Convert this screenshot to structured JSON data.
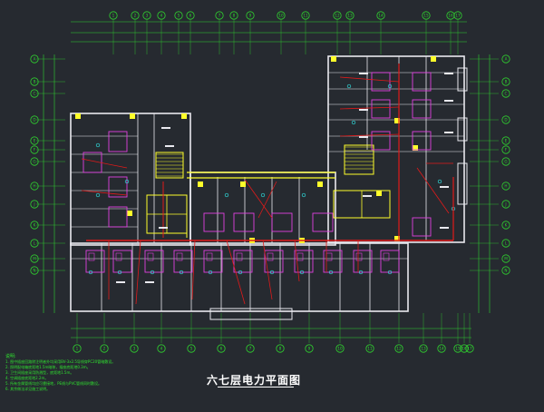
{
  "drawing": {
    "title": "六七层电力平面图",
    "colors": {
      "background": "#262a30",
      "wall": "#e9e9ef",
      "dimension": "#2fd22f",
      "axis_bubble": "#2fd22f",
      "power_line": "#e01a1a",
      "panel": "#ffff2a",
      "fixture": "#e040e0",
      "device": "#2fe0e0",
      "text": "#ffffff"
    },
    "top_axes": [
      "1",
      "2",
      "3",
      "4",
      "5",
      "6",
      "7",
      "8",
      "9",
      "10",
      "11",
      "12",
      "13",
      "14",
      "15",
      "16",
      "17"
    ],
    "bottom_axes": [
      "1",
      "2",
      "3",
      "4",
      "5",
      "6",
      "7",
      "8",
      "9",
      "10",
      "11",
      "12",
      "13",
      "14",
      "15",
      "16",
      "17"
    ],
    "left_axes": [
      "A",
      "B",
      "C",
      "D",
      "E",
      "F",
      "G",
      "H",
      "J",
      "K",
      "L",
      "M",
      "N"
    ],
    "right_axes": [
      "A",
      "B",
      "C",
      "D",
      "E",
      "F",
      "G",
      "H",
      "J",
      "K",
      "L",
      "M",
      "N"
    ]
  },
  "notes": {
    "header": "说明:",
    "lines": [
      "1. 图中插座回路除注明者外均采用BV-3x2.5导线穿PC20管暗敷设。",
      "2. 照明配电箱底距地1.5m暗装，插座底距地0.3m。",
      "3. 卫生间插座采用防溅型，底距地1.5m。",
      "4. 空调插座底距地2.2m。",
      "5. 所有金属管线均应可靠接地，PE线与PVC管线同时敷设。",
      "6. 其余做法详见施工说明。"
    ]
  }
}
